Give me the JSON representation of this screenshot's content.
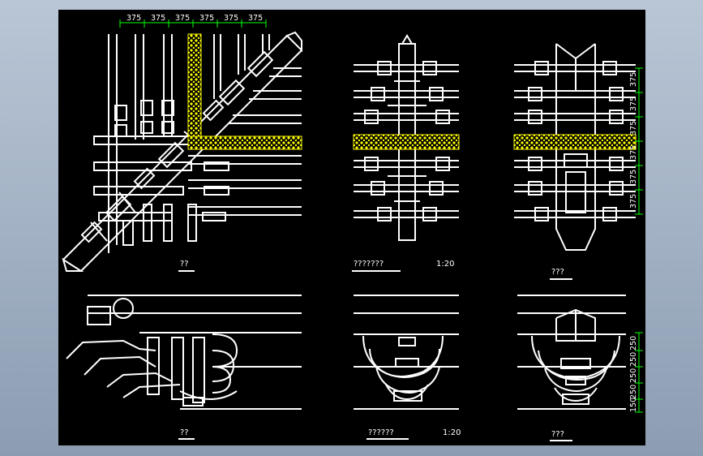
{
  "colors": {
    "background": "#000000",
    "lines": "#ffffff",
    "hatch": "#ffff00",
    "dimension": "#00ff00",
    "frame": "#a0b0c4"
  },
  "dimensions": {
    "top": [
      "375",
      "375",
      "375",
      "375",
      "375",
      "375"
    ],
    "right_top": [
      "375",
      "375",
      "375",
      "375",
      "375",
      "375"
    ],
    "right_bottom": [
      "150",
      "250",
      "250",
      "250",
      "250"
    ]
  },
  "labels": {
    "plan": "??",
    "front_plan": "???????",
    "scale_top": "1:20",
    "side_plan": "???",
    "elev": "??",
    "front_elev": "??????",
    "scale_bottom": "1:20",
    "side_elev": "???"
  }
}
